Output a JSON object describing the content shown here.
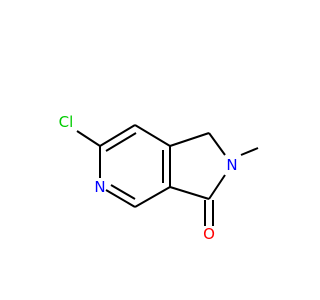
{
  "molecule": {
    "atoms": {
      "cl": {
        "label": "Cl",
        "color": "#00CC00"
      },
      "n_pyridine": {
        "label": "N",
        "color": "#0000FF"
      },
      "n_lactam": {
        "label": "N",
        "color": "#0000FF"
      },
      "o": {
        "label": "O",
        "color": "#FF0000"
      }
    },
    "bond_color": "#000000"
  }
}
